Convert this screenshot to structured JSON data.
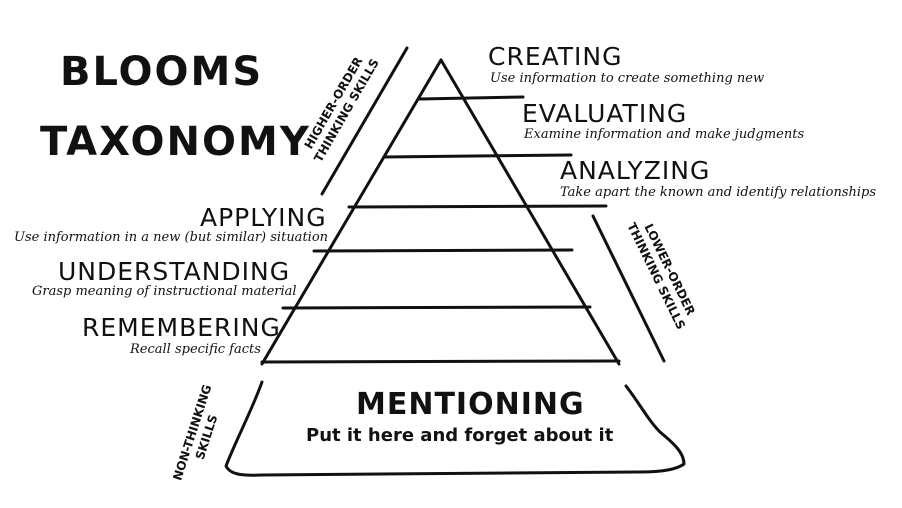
{
  "title": {
    "line1": "BLOOMS",
    "line2": "TAXONOMY"
  },
  "higher_order": {
    "line1": "HIGHER-ORDER",
    "line2": "THINKING SKILLS"
  },
  "lower_order": {
    "line1": "LOWER-ORDER",
    "line2": "THINKING SKILLS"
  },
  "non_thinking": {
    "line1": "NON-THINKING",
    "line2": "SKILLS"
  },
  "levels": {
    "creating": {
      "name": "CREATING",
      "desc": "Use information to create something new"
    },
    "evaluating": {
      "name": "EVALUATING",
      "desc": "Examine information and make judgments"
    },
    "analyzing": {
      "name": "ANALYZING",
      "desc": "Take apart the known and identify relationships"
    },
    "applying": {
      "name": "APPLYING",
      "desc": "Use information in a new (but similar) situation"
    },
    "understanding": {
      "name": "UNDERSTANDING",
      "desc": "Grasp meaning of instructional material"
    },
    "remembering": {
      "name": "REMEMBERING",
      "desc": "Recall specific facts"
    }
  },
  "mentioning": {
    "name": "MENTIONING",
    "desc": "Put it here and forget about it"
  },
  "colors": {
    "ink": "#111111",
    "background": "#ffffff"
  }
}
